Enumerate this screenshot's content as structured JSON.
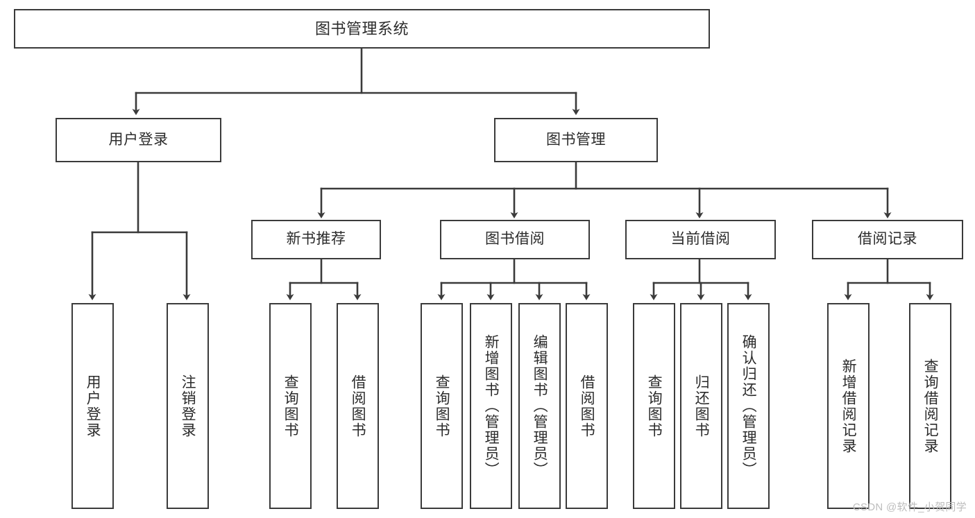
{
  "diagram": {
    "type": "tree-hierarchy",
    "title": "图书管理系统",
    "root": {
      "id": "root",
      "label": "图书管理系统"
    },
    "level1": [
      {
        "id": "user-login",
        "label": "用户登录"
      },
      {
        "id": "book-manage",
        "label": "图书管理"
      }
    ],
    "level2": [
      {
        "id": "new-book-recommend",
        "label": "新书推荐",
        "parent": "book-manage"
      },
      {
        "id": "book-borrow",
        "label": "图书借阅",
        "parent": "book-manage"
      },
      {
        "id": "current-borrow",
        "label": "当前借阅",
        "parent": "book-manage"
      },
      {
        "id": "borrow-record",
        "label": "借阅记录",
        "parent": "book-manage"
      }
    ],
    "leaves": {
      "user_login": [
        {
          "id": "leaf-user-login",
          "label": "用户登录"
        },
        {
          "id": "leaf-user-logout",
          "label": "注销登录"
        }
      ],
      "new_book_recommend": [
        {
          "id": "leaf-query-book-1",
          "label": "查询图书"
        },
        {
          "id": "leaf-borrow-book-1",
          "label": "借阅图书"
        }
      ],
      "book_borrow": [
        {
          "id": "leaf-query-book-2",
          "label": "查询图书"
        },
        {
          "id": "leaf-add-book",
          "label": "新增图书（管理员）"
        },
        {
          "id": "leaf-edit-book",
          "label": "编辑图书（管理员）"
        },
        {
          "id": "leaf-borrow-book-2",
          "label": "借阅图书"
        }
      ],
      "current_borrow": [
        {
          "id": "leaf-query-book-3",
          "label": "查询图书"
        },
        {
          "id": "leaf-return-book",
          "label": "归还图书"
        },
        {
          "id": "leaf-confirm-return",
          "label": "确认归还（管理员）"
        }
      ],
      "borrow_record": [
        {
          "id": "leaf-add-record",
          "label": "新增借阅记录"
        },
        {
          "id": "leaf-query-record",
          "label": "查询借阅记录"
        }
      ]
    }
  },
  "watermark": {
    "text": "CSDN @软件_小贺同学"
  },
  "colors": {
    "box_border": "#3a3a3a",
    "box_fill": "#ffffff",
    "connector": "#3a3a3a",
    "text": "#2b2b2b",
    "watermark": "#bdbdbd",
    "background": "#ffffff"
  }
}
